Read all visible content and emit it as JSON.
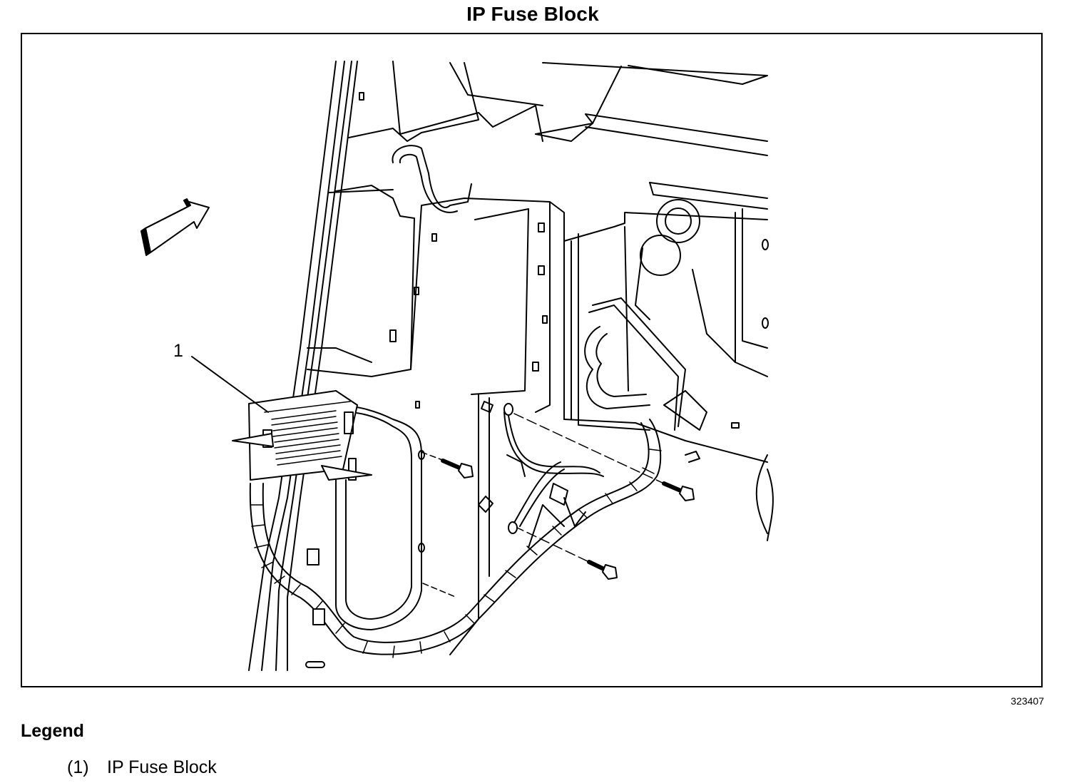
{
  "title": "IP Fuse Block",
  "figure_id": "323407",
  "callout_label": "1",
  "legend": {
    "heading": "Legend",
    "items": [
      {
        "number": "(1)",
        "label": "IP Fuse Block"
      }
    ]
  }
}
